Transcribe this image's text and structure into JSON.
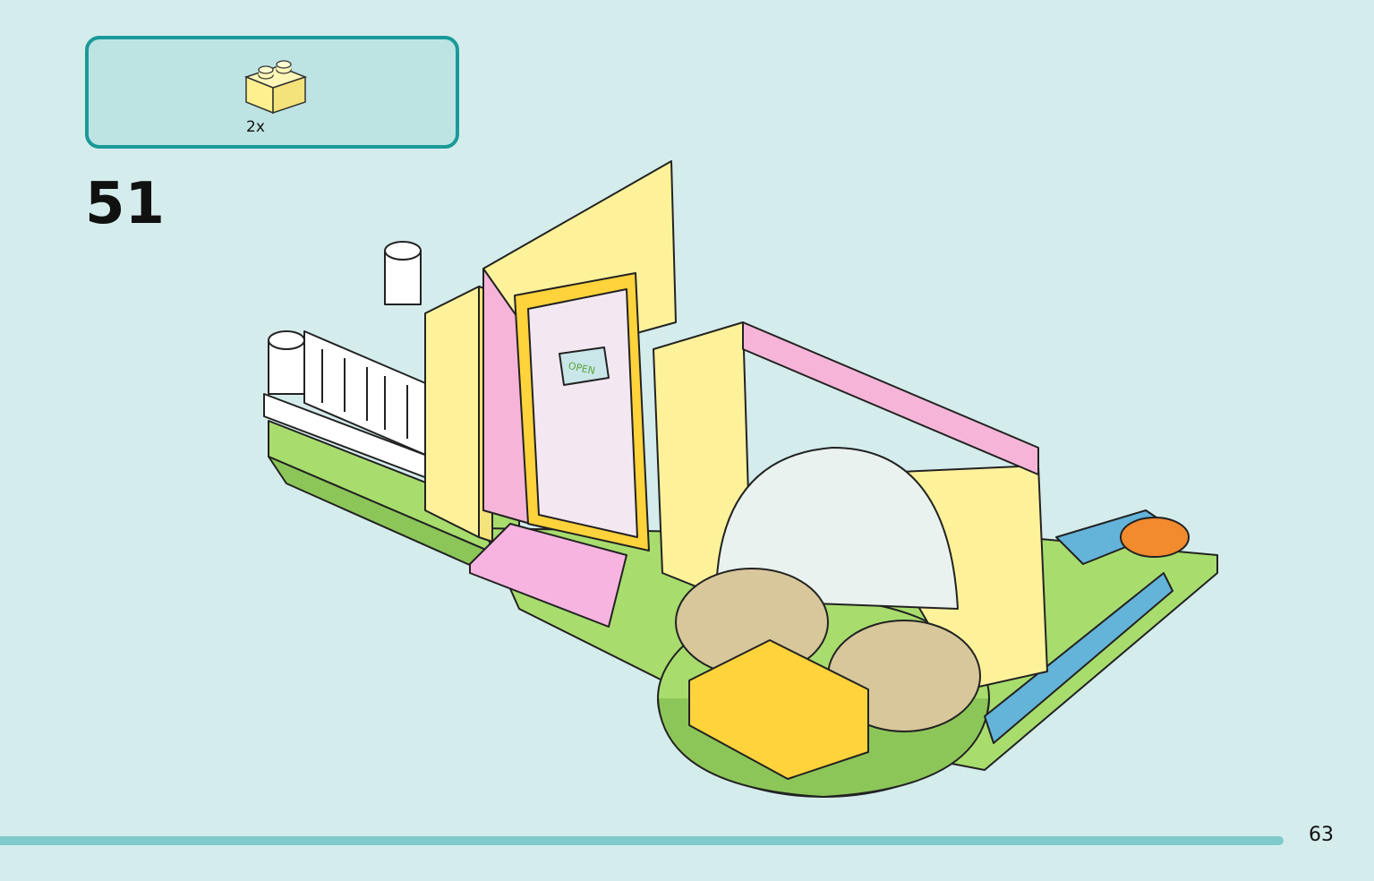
{
  "parts_callout": {
    "quantity": "2x",
    "brick_icon": "yellow-2x1-brick-icon",
    "brick_color": "#fef08f"
  },
  "step": {
    "number": "51"
  },
  "model": {
    "door_sign": "OPEN",
    "colors": {
      "yellow": "#fdf29a",
      "pink": "#f6b5d8",
      "blue": "#64b3d9",
      "green": "#a8dd6e",
      "white": "#ffffff",
      "tan": "#d8c79b",
      "orange": "#f28a2e",
      "bright_yellow": "#ffd33b"
    }
  },
  "footer": {
    "page_number": "63"
  }
}
